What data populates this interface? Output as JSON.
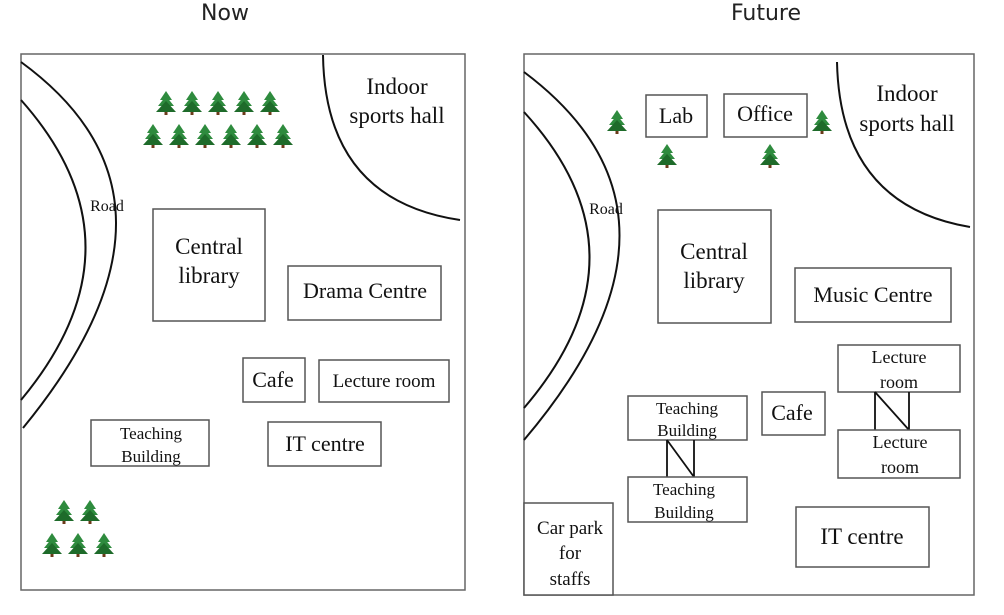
{
  "maps": {
    "now": {
      "title": "Now",
      "road": "Road",
      "sports_hall": [
        "Indoor",
        "sports hall"
      ],
      "central_library": [
        "Central",
        "library"
      ],
      "drama_centre": "Drama Centre",
      "cafe": "Cafe",
      "lecture_room": "Lecture room",
      "teaching_building": [
        "Teaching",
        "Building"
      ],
      "it_centre": "IT centre"
    },
    "future": {
      "title": "Future",
      "road": "Road",
      "lab": "Lab",
      "office": "Office",
      "sports_hall": [
        "Indoor",
        "sports hall"
      ],
      "central_library": [
        "Central",
        "library"
      ],
      "music_centre": "Music Centre",
      "lecture_room_1": [
        "Lecture",
        "room"
      ],
      "lecture_room_2": [
        "Lecture",
        "room"
      ],
      "cafe": "Cafe",
      "teaching_building_1": [
        "Teaching",
        "Building"
      ],
      "teaching_building_2": [
        "Teaching",
        "Building"
      ],
      "car_park": [
        "Car park",
        "for",
        "staffs"
      ],
      "it_centre": "IT centre"
    }
  },
  "colors": {
    "tree": "#2e8b3e",
    "tree_dark": "#1e6b2a",
    "trunk": "#6b3a1a"
  }
}
